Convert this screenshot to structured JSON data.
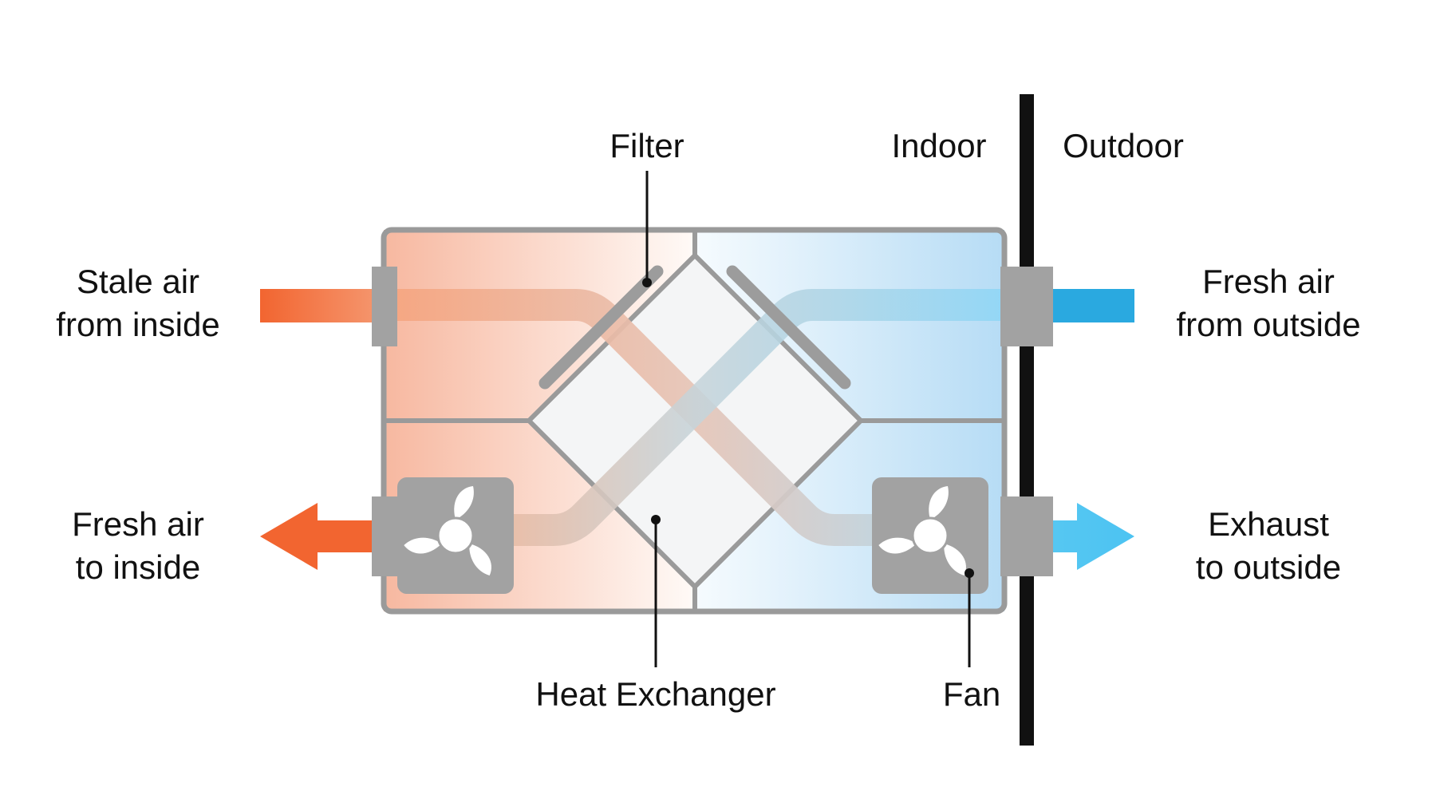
{
  "labels": {
    "stale_air": [
      "Stale air",
      "from inside"
    ],
    "fresh_to_inside": [
      "Fresh air",
      "to inside"
    ],
    "fresh_from_outside": [
      "Fresh air",
      "from outside"
    ],
    "exhaust": [
      "Exhaust",
      "to outside"
    ],
    "filter": "Filter",
    "indoor": "Indoor",
    "outdoor": "Outdoor",
    "heat_exchanger": "Heat Exchanger",
    "fan": "Fan"
  },
  "colors": {
    "warm": "#f26530",
    "warm_light": "#f7a37a",
    "cool": "#2aa9e0",
    "cool_light": "#8fd3f4",
    "housing": "#9a9a9a",
    "component": "#a2a2a2",
    "wall": "#111111"
  },
  "icons": [
    "fan-icon",
    "fan-icon"
  ]
}
